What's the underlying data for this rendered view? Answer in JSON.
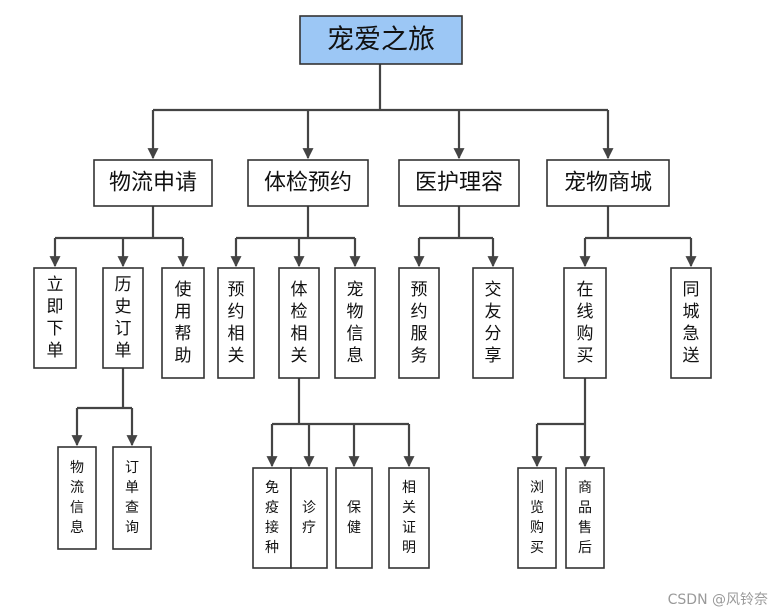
{
  "diagram": {
    "root": "宠爱之旅",
    "categories": [
      {
        "label": "物流申请",
        "children": [
          {
            "label": "立即下单"
          },
          {
            "label": "历史订单",
            "children": [
              {
                "label": "物流信息"
              },
              {
                "label": "订单查询"
              }
            ]
          },
          {
            "label": "使用帮助"
          }
        ]
      },
      {
        "label": "体检预约",
        "children": [
          {
            "label": "预约相关"
          },
          {
            "label": "体检相关",
            "children": [
              {
                "label": "免疫接种"
              },
              {
                "label": "诊疗"
              },
              {
                "label": "保健"
              },
              {
                "label": "相关证明"
              }
            ]
          },
          {
            "label": "宠物信息"
          }
        ]
      },
      {
        "label": "医护理容",
        "children": [
          {
            "label": "预约服务"
          },
          {
            "label": "交友分享"
          }
        ]
      },
      {
        "label": "宠物商城",
        "children": [
          {
            "label": "在线购买",
            "children": [
              {
                "label": "浏览购买"
              },
              {
                "label": "商品售后"
              }
            ]
          },
          {
            "label": "同城急送"
          }
        ]
      }
    ]
  },
  "watermark": "CSDN @风铃奈"
}
